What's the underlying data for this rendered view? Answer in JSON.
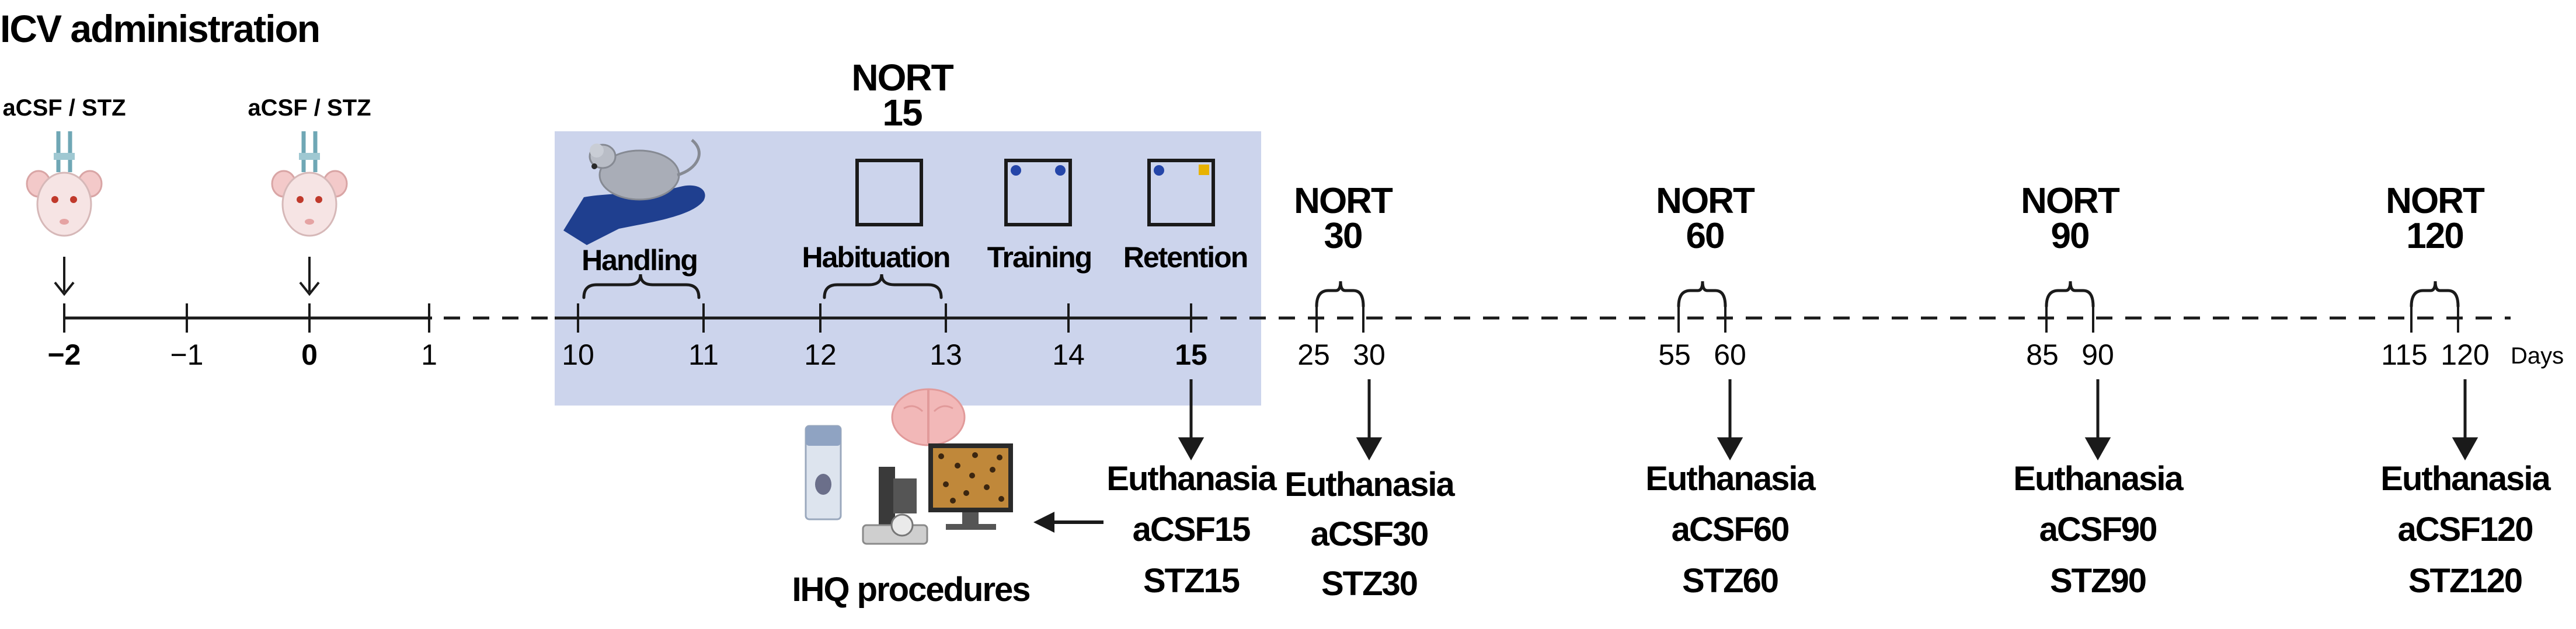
{
  "title": "ICV administration",
  "injection_label": "aCSF / STZ",
  "days_label": "Days",
  "ticks_left": [
    "−2",
    "−1",
    "0",
    "1"
  ],
  "ticks_main": [
    "10",
    "11",
    "12",
    "13",
    "14",
    "15"
  ],
  "ticks_right": [
    "25",
    "30",
    "55",
    "60",
    "85",
    "90",
    "115",
    "120"
  ],
  "nort15": {
    "line1": "NORT",
    "line2": "15"
  },
  "phases": {
    "handling": "Handling",
    "habituation": "Habituation",
    "training": "Training",
    "retention": "Retention"
  },
  "nort_groups": [
    {
      "line1": "NORT",
      "line2": "30"
    },
    {
      "line1": "NORT",
      "line2": "60"
    },
    {
      "line1": "NORT",
      "line2": "90"
    },
    {
      "line1": "NORT",
      "line2": "120"
    }
  ],
  "euthanasia": [
    {
      "label": "Euthanasia",
      "acsf": "aCSF15",
      "stz": "STZ15"
    },
    {
      "label": "Euthanasia",
      "acsf": "aCSF30",
      "stz": "STZ30"
    },
    {
      "label": "Euthanasia",
      "acsf": "aCSF60",
      "stz": "STZ60"
    },
    {
      "label": "Euthanasia",
      "acsf": "aCSF90",
      "stz": "STZ90"
    },
    {
      "label": "Euthanasia",
      "acsf": "aCSF120",
      "stz": "STZ120"
    }
  ],
  "ihq_label": "IHQ procedures",
  "colors": {
    "highlight": "#ccd4ec",
    "timeline": "#1a1a1a",
    "object_blue": "#2445a8",
    "object_yellow": "#e8b200",
    "hand": "#1f3f8f",
    "brain": "#f2b8b8"
  }
}
